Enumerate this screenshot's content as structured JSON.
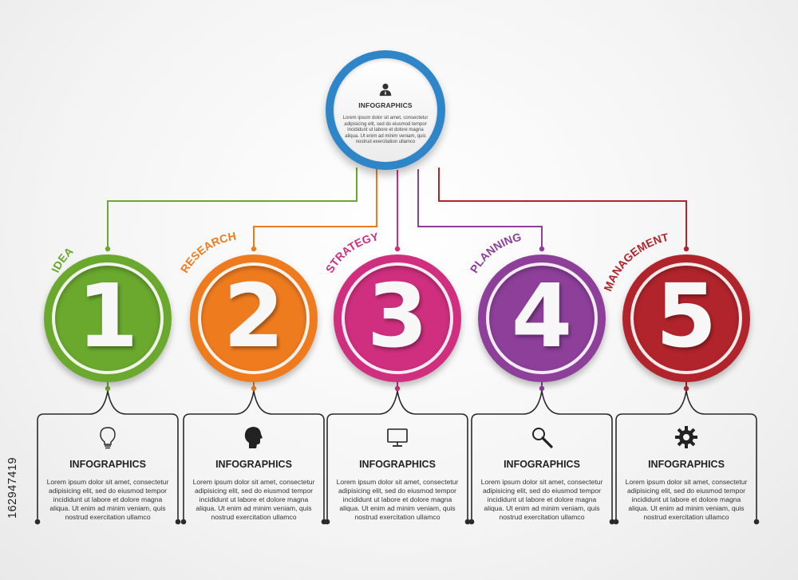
{
  "hub": {
    "title": "INFOGRAPHICS",
    "text": "Lorem ipsum dolor sit amet, consectetur adipisicing elit, sed do eiusmod tempor incididunt ut labore et dolore magna aliqua. Ut enim ad minim veniam, quis nostrud exercitation ullamco",
    "icon": "person-icon",
    "color": "#2e86c8"
  },
  "steps": [
    {
      "number": "1",
      "label": "IDEA",
      "color": "#6aa82e",
      "icon": "lightbulb-icon",
      "card_title": "INFOGRAPHICS",
      "card_text": "Lorem ipsum dolor sit amet, consectetur adipisicing elit, sed do eiusmod tempor incididunt ut labore et dolore magna aliqua. Ut enim ad minim veniam, quis nostrud exercitation ullamco"
    },
    {
      "number": "2",
      "label": "RESEARCH",
      "color": "#ef7b1f",
      "icon": "head-icon",
      "card_title": "INFOGRAPHICS",
      "card_text": "Lorem ipsum dolor sit amet, consectetur adipisicing elit, sed do eiusmod tempor incididunt ut labore et dolore magna aliqua. Ut enim ad minim veniam, quis nostrud exercitation ullamco"
    },
    {
      "number": "3",
      "label": "STRATEGY",
      "color": "#cf2f7e",
      "icon": "monitor-icon",
      "card_title": "INFOGRAPHICS",
      "card_text": "Lorem ipsum dolor sit amet, consectetur adipisicing elit, sed do eiusmod tempor incididunt ut labore et dolore magna aliqua. Ut enim ad minim veniam, quis nostrud exercitation ullamco"
    },
    {
      "number": "4",
      "label": "PLANNING",
      "color": "#8d3f9a",
      "icon": "magnifier-icon",
      "card_title": "INFOGRAPHICS",
      "card_text": "Lorem ipsum dolor sit amet, consectetur adipisicing elit, sed do eiusmod tempor incididunt ut labore et dolore magna aliqua. Ut enim ad minim veniam, quis nostrud exercitation ullamco"
    },
    {
      "number": "5",
      "label": "MANAGEMENT",
      "color": "#b2242c",
      "icon": "gear-icon",
      "card_title": "INFOGRAPHICS",
      "card_text": "Lorem ipsum dolor sit amet, consectetur adipisicing elit, sed do eiusmod tempor incididunt ut labore et dolore magna aliqua. Ut enim ad minim veniam, quis nostrud exercitation ullamco"
    }
  ],
  "watermark": "162947419"
}
